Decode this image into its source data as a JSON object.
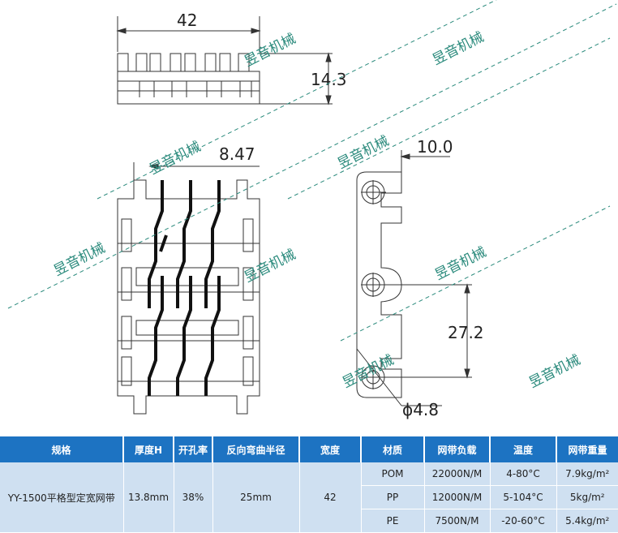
{
  "drawing": {
    "dim_width": "42",
    "dim_height": "14.3",
    "dim_pitch_small": "8.47",
    "dim_side_top": "10.0",
    "dim_side_pitch": "27.2",
    "dim_hole": "ϕ4.8",
    "watermark": "昱音机械"
  },
  "table": {
    "headers": [
      "规格",
      "厚度H",
      "开孔率",
      "反向弯曲半径",
      "宽度",
      "材质",
      "网带负载",
      "温度",
      "网带重量"
    ],
    "model": "YY-1500平格型定宽网带",
    "thickness": "13.8mm",
    "open_area": "38%",
    "back_flex_radius": "25mm",
    "width": "42",
    "rows": [
      {
        "material": "POM",
        "load": "22000N/M",
        "temp": "4-80°C",
        "weight": "7.9kg/m²"
      },
      {
        "material": "PP",
        "load": "12000N/M",
        "temp": "5-104°C",
        "weight": "5kg/m²"
      },
      {
        "material": "PE",
        "load": "7500N/M",
        "temp": "-20-60°C",
        "weight": "5.4kg/m²"
      }
    ]
  }
}
